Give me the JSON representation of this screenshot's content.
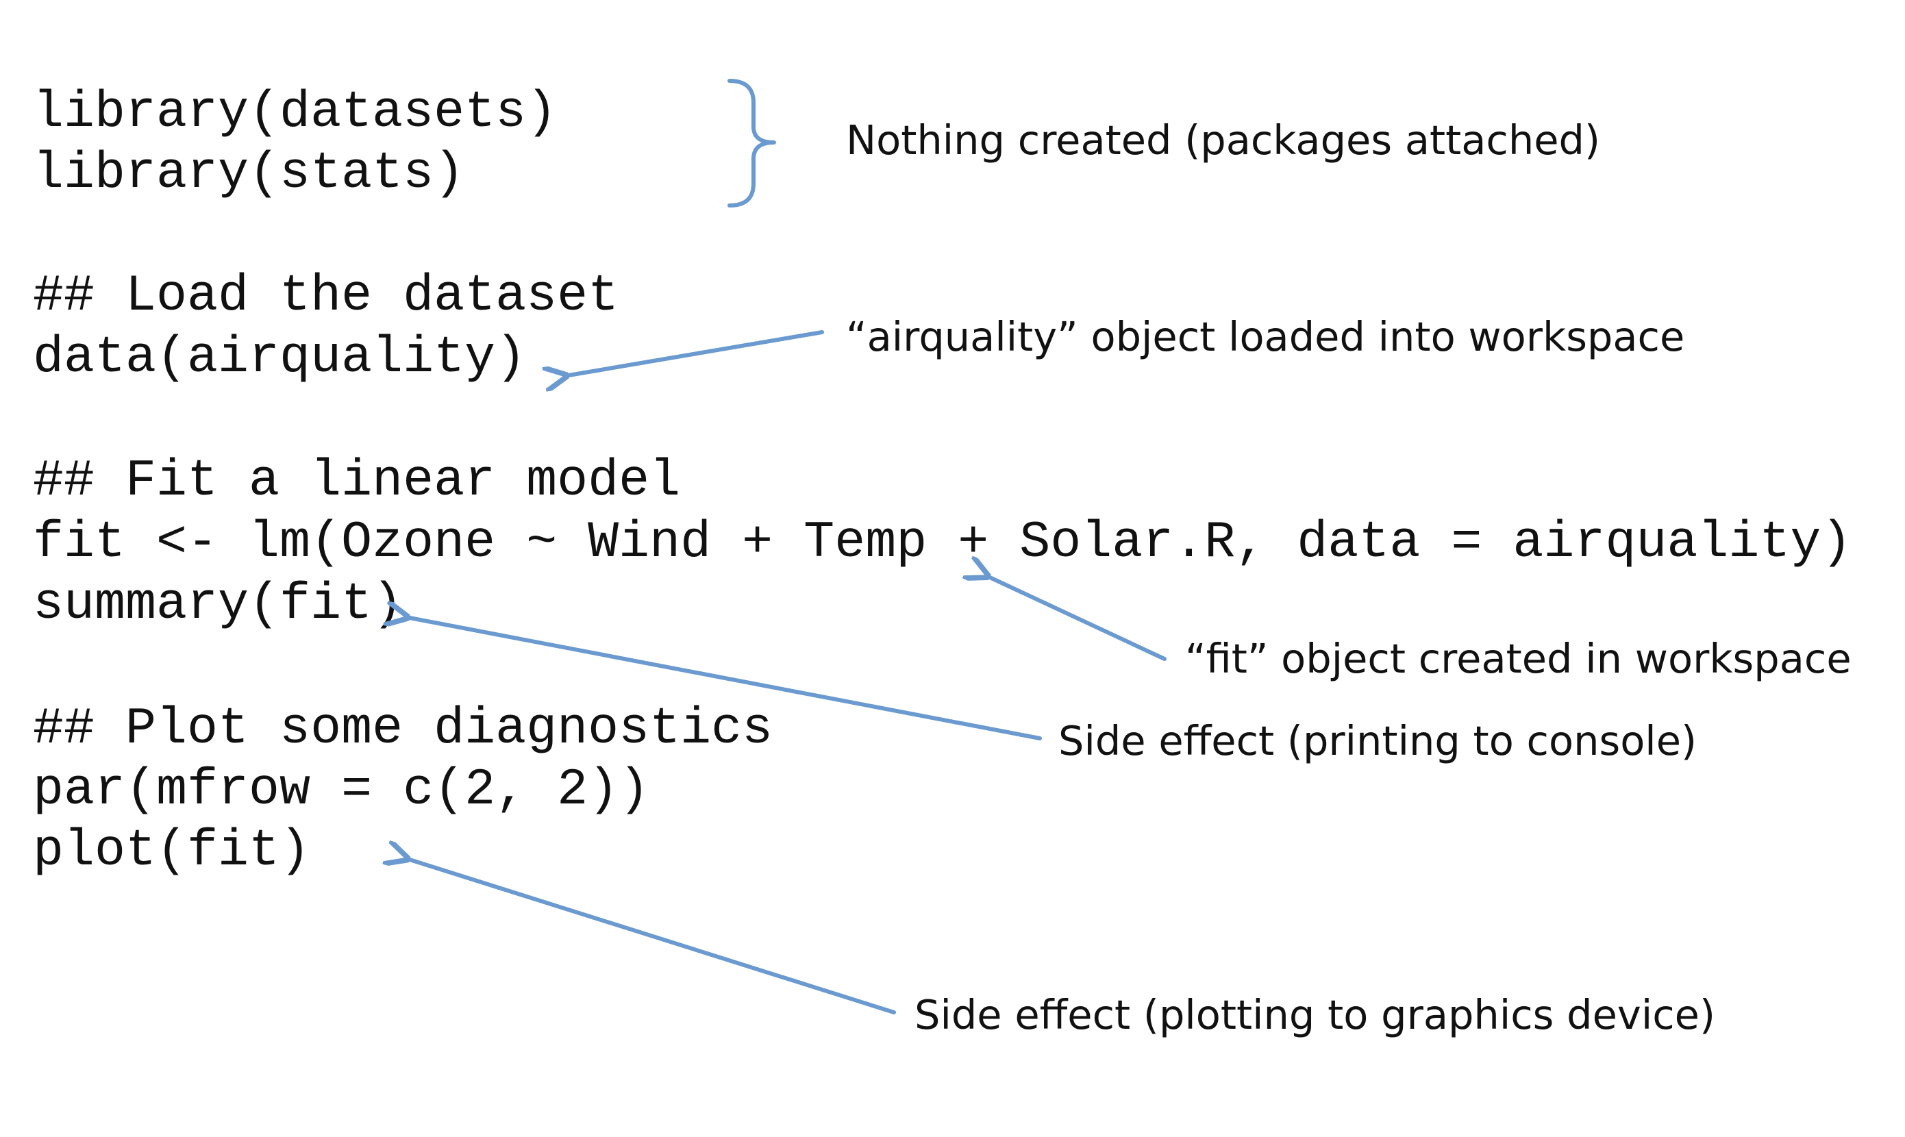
{
  "code": {
    "line1": "library(datasets)",
    "line2": "library(stats)",
    "line3": "## Load the dataset",
    "line4": "data(airquality)",
    "line5": "## Fit a linear model",
    "line6": "fit <- lm(Ozone ~ Wind + Temp + Solar.R, data = airquality)",
    "line7": "summary(fit)",
    "line8": "## Plot some diagnostics",
    "line9": "par(mfrow = c(2, 2))",
    "line10": "plot(fit)"
  },
  "annotations": {
    "packages": "Nothing created (packages attached)",
    "airquality": "“airquality” object loaded into workspace",
    "fit": "“fit” object created in workspace",
    "summary": "Side effect (printing to console)",
    "plot": "Side effect (plotting to graphics device)"
  },
  "colors": {
    "arrow": "#6a9ad0",
    "text": "#111111"
  }
}
